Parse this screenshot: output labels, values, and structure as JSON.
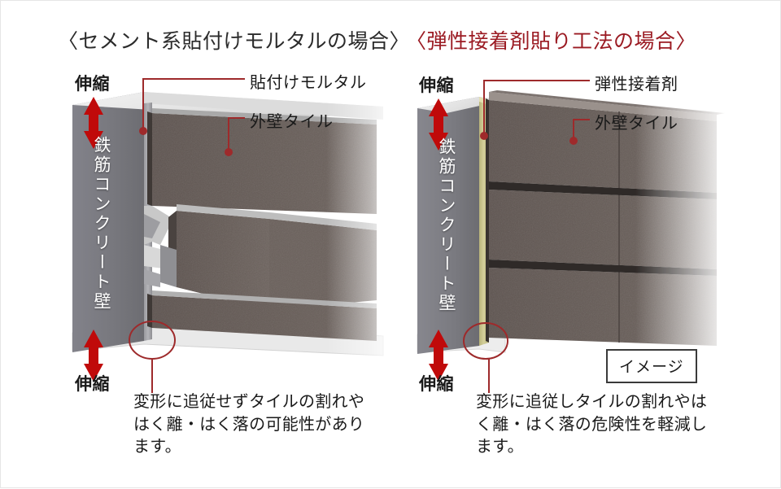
{
  "page": {
    "background": "#ffffff",
    "accent_red": "#9b1b23",
    "leader_red": "#9e2a2b",
    "concrete_gray": "#76767a",
    "tile_brown": "#5d5450",
    "adhesive_yellow": "#c9c489",
    "mortar_gray": "#8d8d90"
  },
  "left_panel": {
    "title": "〈セメント系貼付けモルタルの場合〉",
    "stretch_top": "伸縮",
    "stretch_bottom": "伸縮",
    "wall_label": "鉄筋コンクリート壁",
    "callouts": [
      {
        "label": "貼付けモルタル"
      },
      {
        "label": "外壁タイル"
      }
    ],
    "caption": "変形に追従せずタイルの割れやはく離・はく落の可能性があります。"
  },
  "right_panel": {
    "title": "〈弾性接着剤貼り工法の場合〉",
    "stretch_top": "伸縮",
    "stretch_bottom": "伸縮",
    "wall_label": "鉄筋コンクリート壁",
    "callouts": [
      {
        "label": "弾性接着剤"
      },
      {
        "label": "外壁タイル"
      }
    ],
    "badge": "イメージ",
    "caption": "変形に追従しタイルの割れやはく離・はく落の危険性を軽減します。"
  }
}
